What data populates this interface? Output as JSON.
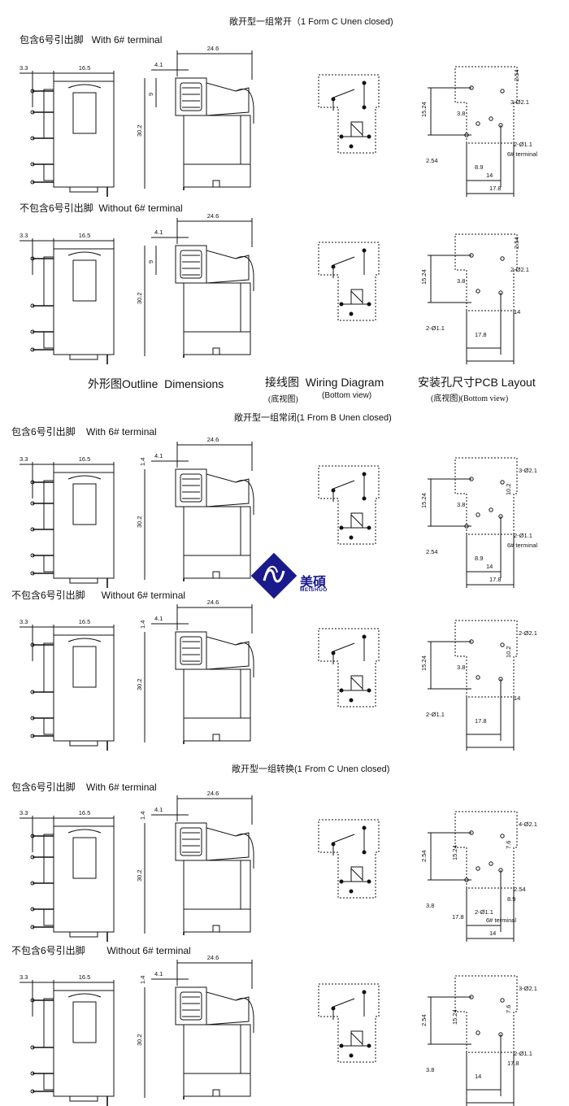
{
  "sections": [
    {
      "title": "敞开型一组常开（1 Form C Unen closed)",
      "variants": [
        {
          "label": "包含6号引出脚   With 6# terminal",
          "with6": true,
          "dims": {
            "side_left": "3.3",
            "side_width": "16.5",
            "front_top": "4.1",
            "front_w": "24.6",
            "front_h2": "9",
            "front_h": "30.2"
          },
          "pcb": {
            "labels": [
              "2.54",
              "3-Ø2.1",
              "15.24",
              "3.8",
              "2.54",
              "2-Ø1.1",
              "8.9",
              "6# terminal",
              "14",
              "17.8"
            ]
          }
        },
        {
          "label": "不包含6号引出脚  Without 6# terminal",
          "with6": false,
          "dims": {
            "side_left": "3.3",
            "side_width": "16.5",
            "front_top": "4.1",
            "front_w": "24.6",
            "front_h2": "9",
            "front_h": "30.2"
          },
          "pcb": {
            "labels": [
              "2.54",
              "2-Ø2.1",
              "15.24",
              "3.8",
              "2-Ø1.1",
              "14",
              "17.8"
            ]
          }
        }
      ]
    },
    {
      "title": "敞开型一组常闭(1 From B Unen closed)",
      "variants": [
        {
          "label": "包含6号引出脚    With 6# terminal",
          "with6": true,
          "dims": {
            "side_left": "3.3",
            "side_width": "16.5",
            "front_top": "4.1",
            "front_top2": "1.4",
            "front_w": "24.6",
            "front_h": "30.2"
          },
          "pcb": {
            "labels": [
              "3-Ø2.1",
              "10.2",
              "15.24",
              "3.8",
              "2.54",
              "2-Ø1.1",
              "8.9",
              "6# terminal",
              "14",
              "17.8"
            ]
          }
        },
        {
          "label": "不包含6号引出脚      Without 6# terminal",
          "with6": false,
          "dims": {
            "side_left": "3.3",
            "side_width": "16.5",
            "front_top": "4.1",
            "front_top2": "1.4",
            "front_w": "24.6",
            "front_h": "30.2"
          },
          "pcb": {
            "labels": [
              "2-Ø2.1",
              "10.2",
              "15.24",
              "3.8",
              "2-Ø1.1",
              "14",
              "17.8"
            ]
          }
        }
      ]
    },
    {
      "title": "敞开型一组转换(1 From C Unen closed)",
      "variants": [
        {
          "label": "包含6号引出脚    With 6# terminal",
          "with6": true,
          "dims": {
            "side_left": "3.3",
            "side_width": "16.5",
            "front_top": "4.1",
            "front_top2": "1.4",
            "front_w": "24.6",
            "front_h": "30.2"
          },
          "pcb": {
            "labels": [
              "4-Ø2.1",
              "7.6",
              "2.54",
              "15.24",
              "3.8",
              "2.54",
              "2-Ø1.1",
              "8.9",
              "6# terminal",
              "14",
              "17.8"
            ]
          }
        },
        {
          "label": "不包含6号引出脚        Without 6# terminal",
          "with6": false,
          "dims": {
            "side_left": "3.3",
            "side_width": "16.5",
            "front_top": "4.1",
            "front_top2": "1.4",
            "front_w": "24.6",
            "front_h": "30.2"
          },
          "pcb": {
            "labels": [
              "3-Ø2.1",
              "7.6",
              "2.54",
              "15.24",
              "3.8",
              "2-Ø1.1",
              "14",
              "17.8"
            ]
          }
        }
      ]
    }
  ],
  "headers": {
    "outline": "外形图Outline  Dimensions",
    "wiring": "接线图  Wiring Diagram",
    "wiring_sub": "(底视图)",
    "wiring_sub2": "(Bottom view)",
    "pcb": "安装孔尺寸PCB Layout",
    "pcb_sub": "(底视图)(Bottom view)"
  },
  "logo": {
    "name": "美碩",
    "sub": "MEISHUO",
    "color": "#1a1a8c"
  }
}
